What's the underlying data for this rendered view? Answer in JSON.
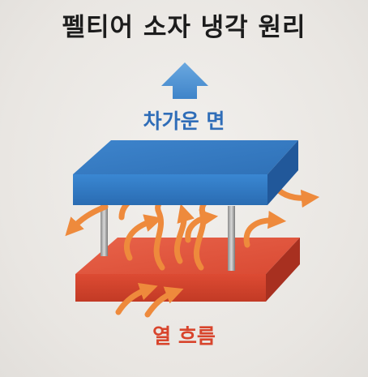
{
  "title": "펠티어 소자 냉각 원리",
  "cold_side_label": "차가운 면",
  "heat_flow_label": "열 흐름",
  "colors": {
    "cold_label": "#2f6db8",
    "heat_label": "#d8442c",
    "cold_plate": "#3f8bd0",
    "hot_plate": "#e0513a",
    "heat_arrow": "#ee8a3c",
    "up_arrow": "#5b9bd8"
  }
}
